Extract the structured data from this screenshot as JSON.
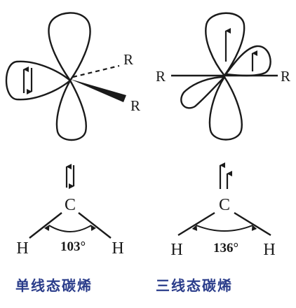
{
  "colors": {
    "line": "#1a1a1a",
    "caption_blue": "#2a3c8a",
    "background": "#ffffff"
  },
  "singlet": {
    "orbital_substituent_labels": [
      "R",
      "R"
    ],
    "atom_label": "C",
    "hydrogen_labels": [
      "H",
      "H"
    ],
    "angle_label": "103°",
    "caption": "单线态碳烯"
  },
  "triplet": {
    "orbital_substituent_labels": [
      "R",
      "R"
    ],
    "atom_label": "C",
    "hydrogen_labels": [
      "H",
      "H"
    ],
    "angle_label": "136°",
    "caption": "三线态碳烯"
  }
}
